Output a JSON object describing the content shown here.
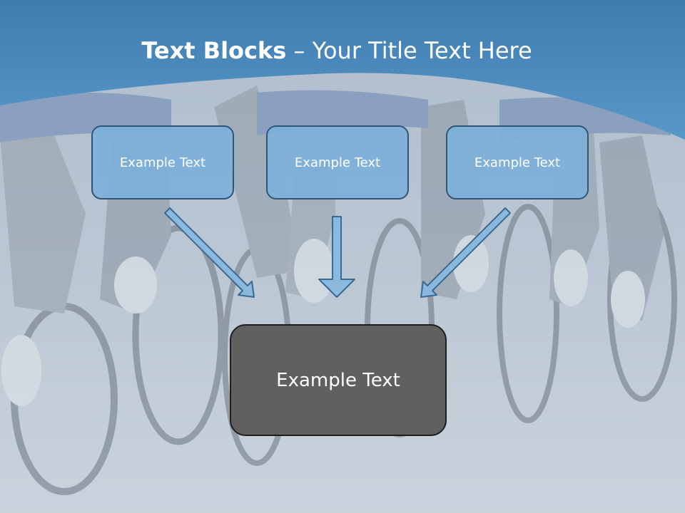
{
  "slide": {
    "title_bold": "Text Blocks",
    "title_sep": " – ",
    "title_rest": "Your Title Text Here"
  },
  "blocks": [
    {
      "label": "Example Text"
    },
    {
      "label": "Example Text"
    },
    {
      "label": "Example Text"
    }
  ],
  "target": {
    "label": "Example Text"
  },
  "colors": {
    "header_blue": "#4a88bc",
    "block_fill": "#7db0d9",
    "block_border": "#2f5676",
    "target_fill": "#606060",
    "arrow_fill": "#8bb9de"
  }
}
